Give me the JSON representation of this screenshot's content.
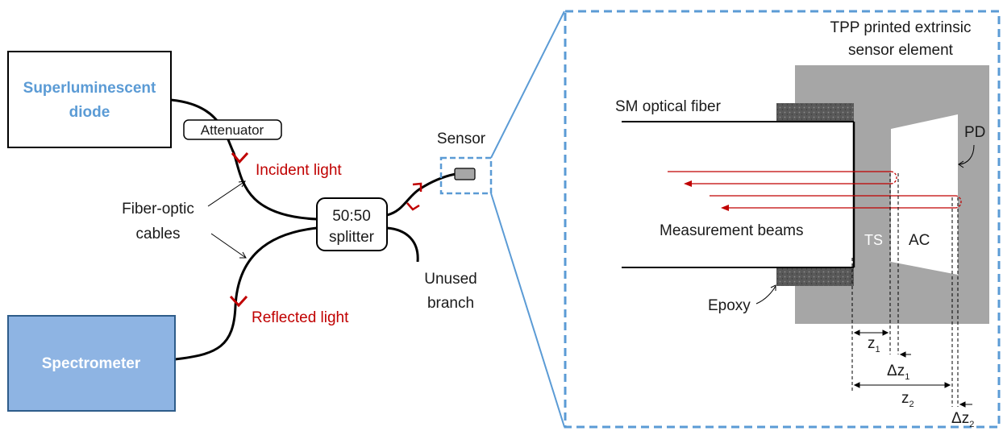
{
  "labels": {
    "source_line1": "Superluminescent",
    "source_line2": "diode",
    "attenuator": "Attenuator",
    "incident": "Incident light",
    "cables_line1": "Fiber-optic",
    "cables_line2": "cables",
    "splitter_line1": "50:50",
    "splitter_line2": "splitter",
    "reflected": "Reflected light",
    "spectrometer": "Spectrometer",
    "sensor": "Sensor",
    "unused_line1": "Unused",
    "unused_line2": "branch",
    "tpp_line1": "TPP printed extrinsic",
    "tpp_line2": "sensor element",
    "sm_fiber": "SM optical fiber",
    "pd": "PD",
    "beams": "Measurement beams",
    "ts": "TS",
    "ac": "AC",
    "epoxy": "Epoxy",
    "z1": "z",
    "z1_sub": "1",
    "dz1": "Δz",
    "dz1_sub": "1",
    "z2": "z",
    "z2_sub": "2",
    "dz2": "Δz",
    "dz2_sub": "2"
  },
  "colors": {
    "accent_blue": "#5b9bd5",
    "spectrometer_fill": "#8eb4e3",
    "light_red": "#c00000",
    "element_gray": "#a6a6a6",
    "epoxy_dark": "#595959"
  }
}
